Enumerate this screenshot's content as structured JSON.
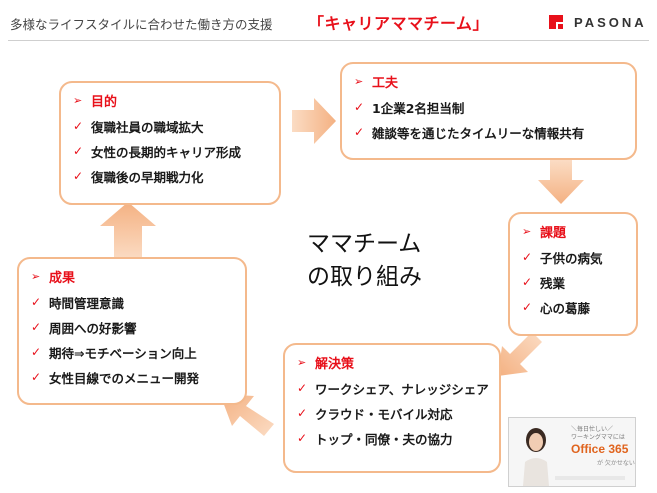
{
  "header": {
    "subtitle": "多様なライフスタイルに合わせた働き方の支援",
    "title": "「キャリアママチーム」",
    "logo_text": "PASONA",
    "accent_color": "#e8101a"
  },
  "center_label": [
    "ママチーム",
    "の取り組み"
  ],
  "boxes": {
    "purpose": {
      "title": "目的",
      "items": [
        "復職社員の職域拡大",
        "女性の長期的キャリア形成",
        "復職後の早期戦力化"
      ]
    },
    "ideas": {
      "title": "工夫",
      "items": [
        "1企業2名担当制",
        "雑談等を通じたタイムリーな情報共有"
      ]
    },
    "issues": {
      "title": "課題",
      "items": [
        "子供の病気",
        "残業",
        "心の葛藤"
      ]
    },
    "solution": {
      "title": "解決策",
      "items": [
        "ワークシェア、ナレッジシェア",
        "クラウド・モバイル対応",
        "トップ・同僚・夫の協力"
      ]
    },
    "results": {
      "title": "成果",
      "items": [
        "時間管理意識",
        "周囲への好影響",
        "期待⇒モチベーション向上",
        "女性目線でのメニュー開発"
      ]
    }
  },
  "photo": {
    "line1": "＼毎日忙しい／",
    "line2": "ワーキングママには",
    "product": "Office 365",
    "line3": "が 欠かせない"
  }
}
